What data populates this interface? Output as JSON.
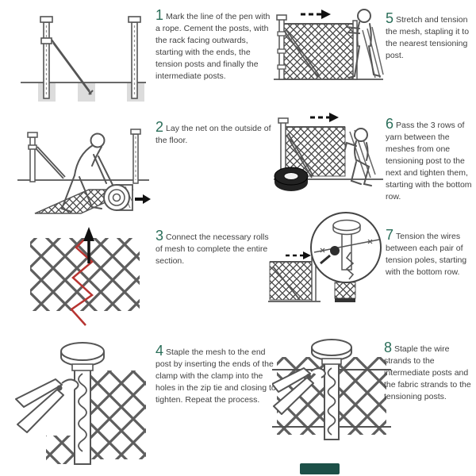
{
  "page": {
    "title": "Chain-link fence installation step-by-step instructions",
    "background": "#ffffff"
  },
  "colors": {
    "step_number": "#2a6e59",
    "body_text": "#3f3f3f",
    "line_art": "#5a5a5a",
    "footing_gray": "#dcdcdc",
    "accent_red": "#b73431",
    "tire_black": "#222222",
    "arrow_black": "#111111",
    "green_bar": "#1c5048"
  },
  "steps": [
    {
      "number": "1",
      "text": "Mark the line of the pen with a rope. Cement the posts, with the rack facing outwards, starting with the ends, the tension posts and finally the intermediate posts.",
      "illustration": "posts-cemented-with-brace-illustration"
    },
    {
      "number": "2",
      "text": "Lay the net on the outside of the floor.",
      "illustration": "worker-unrolling-mesh-illustration"
    },
    {
      "number": "3",
      "text": "Connect the necessary rolls of mesh to complete the entire section.",
      "illustration": "mesh-sections-joined-with-red-wire-illustration"
    },
    {
      "number": "4",
      "text": "Staple the mesh to the end post by inserting the ends of the clamp with the clamp into the holes in the zip tie and closing to tighten. Repeat the process.",
      "illustration": "pliers-stapling-mesh-to-end-post-illustration"
    },
    {
      "number": "5",
      "text": "Stretch and tension the mesh, stapling it to the nearest tensioning post.",
      "illustration": "worker-stretching-mesh-illustration"
    },
    {
      "number": "6",
      "text": "Pass the 3 rows of yarn between the meshes from one tensioning post to the next and tighten them, starting with the bottom row.",
      "illustration": "worker-threading-tension-wire-with-tire-illustration"
    },
    {
      "number": "7",
      "text": "Tension the wires between each pair of tension poles, starting with the bottom row.",
      "illustration": "wire-tensioner-magnified-detail-illustration"
    },
    {
      "number": "8",
      "text": "Staple the wire strands to the intermediate posts and the fabric strands to the tensioning posts.",
      "illustration": "pliers-stapling-wire-strands-illustration"
    }
  ]
}
